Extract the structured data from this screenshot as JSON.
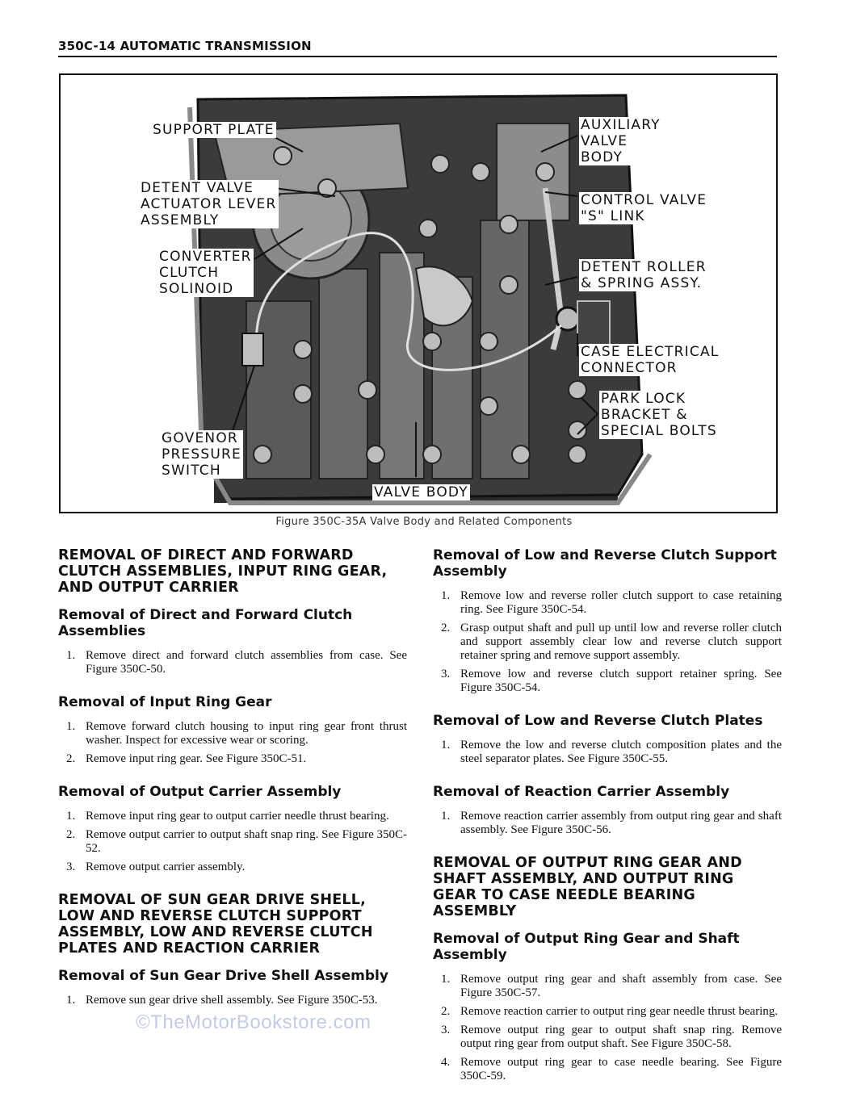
{
  "header": {
    "title": "350C-14 AUTOMATIC TRANSMISSION"
  },
  "figure": {
    "callouts": {
      "support_plate": "SUPPORT PLATE",
      "detent_valve": "DETENT VALVE\nACTUATOR LEVER\nASSEMBLY",
      "converter_clutch": "CONVERTER\nCLUTCH\nSOLINOID",
      "governor": "GOVENOR\nPRESSURE\nSWITCH",
      "valve_body": "VALVE BODY",
      "auxiliary": "AUXILIARY\nVALVE\nBODY",
      "control_valve": "CONTROL VALVE\n\"S\" LINK",
      "detent_roller": "DETENT ROLLER\n& SPRING ASSY.",
      "case_electrical": "CASE ELECTRICAL\nCONNECTOR",
      "park_lock": "PARK LOCK\nBRACKET &\nSPECIAL BOLTS"
    },
    "caption": "Figure 350C-35A Valve Body and Related Components"
  },
  "left": {
    "h1": "REMOVAL OF DIRECT AND FORWARD CLUTCH ASSEMBLIES, INPUT RING GEAR, AND OUTPUT CARRIER",
    "s1": {
      "title": "Removal of Direct and Forward Clutch Assemblies",
      "items": [
        "Remove direct and forward clutch assemblies from case. See Figure 350C-50."
      ]
    },
    "s2": {
      "title": "Removal of Input Ring Gear",
      "items": [
        "Remove forward clutch housing to input ring gear front thrust washer. Inspect for excessive wear or scoring.",
        "Remove input ring gear. See Figure 350C-51."
      ]
    },
    "s3": {
      "title": "Removal of Output Carrier Assembly",
      "items": [
        "Remove input ring gear to output carrier needle thrust bearing.",
        "Remove output carrier to output shaft snap ring. See Figure 350C-52.",
        "Remove output carrier assembly."
      ]
    },
    "h2": "REMOVAL OF SUN GEAR DRIVE SHELL, LOW AND REVERSE CLUTCH SUPPORT ASSEMBLY, LOW AND REVERSE CLUTCH PLATES AND REACTION CARRIER",
    "s4": {
      "title": "Removal of Sun Gear Drive Shell Assembly",
      "items": [
        "Remove sun gear drive shell assembly. See Figure 350C-53."
      ]
    }
  },
  "right": {
    "s1": {
      "title": "Removal of Low and Reverse Clutch Support Assembly",
      "items": [
        "Remove low and reverse roller clutch support to case retaining ring. See Figure 350C-54.",
        "Grasp output shaft and pull up until low and reverse roller clutch and support assembly clear low and reverse clutch support retainer spring and remove support assembly.",
        "Remove low and reverse clutch support retainer spring. See Figure 350C-54."
      ]
    },
    "s2": {
      "title": "Removal of Low and Reverse Clutch Plates",
      "items": [
        "Remove the low and reverse clutch composition plates and the steel separator plates. See Figure 350C-55."
      ]
    },
    "s3": {
      "title": "Removal of Reaction Carrier Assembly",
      "items": [
        "Remove reaction carrier assembly from output ring gear and shaft assembly. See Figure 350C-56."
      ]
    },
    "h1": "REMOVAL OF OUTPUT RING GEAR AND SHAFT ASSEMBLY, AND OUTPUT RING GEAR TO CASE NEEDLE BEARING ASSEMBLY",
    "s4": {
      "title": "Removal of Output Ring Gear and Shaft Assembly",
      "items": [
        "Remove output ring gear and shaft assembly from case. See Figure 350C-57.",
        "Remove reaction carrier to output ring gear needle thrust bearing.",
        "Remove output ring gear to output shaft snap ring. Remove output ring gear from output shaft. See Figure 350C-58.",
        "Remove output ring gear to case needle bearing. See Figure 350C-59."
      ]
    }
  },
  "watermark": "©TheMotorBookstore.com"
}
